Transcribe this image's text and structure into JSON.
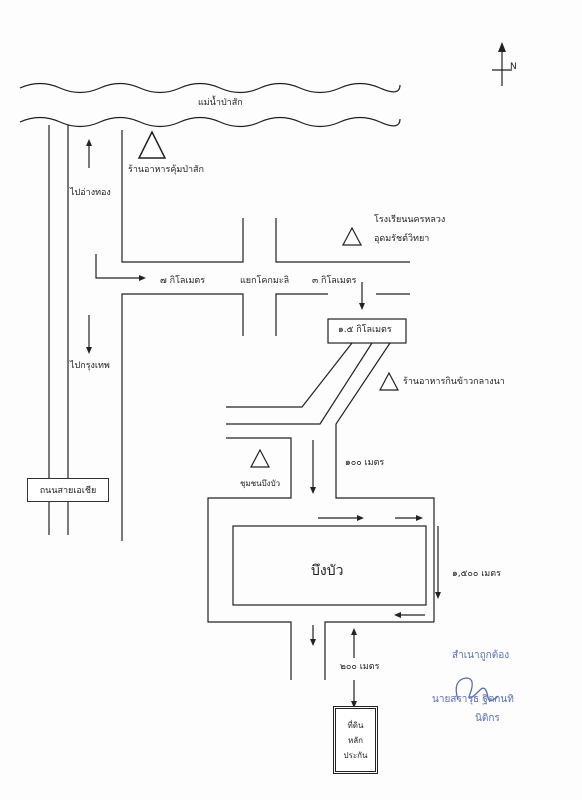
{
  "compass": {
    "north_label": "N"
  },
  "river": {
    "label": "แม่น้ำป่าสัก"
  },
  "landmarks": {
    "restaurant_pasak": "ร้านอาหารคุ้มป่าสัก",
    "school_line1": "โรงเรียนนครหลวง",
    "school_line2": "อุดมรัชต์วิทยา",
    "restaurant_klangna": "ร้านอาหารกินข้าวกลางนา",
    "community": "ชุมชนบึงบัว"
  },
  "directions": {
    "to_angthong": "ไปอ่างทอง",
    "to_bangkok": "ไปกรุงเทพ",
    "highway": "ถนนสายเอเชีย"
  },
  "distances": {
    "km7": "๗ กิโลเมตร",
    "junction": "แยกโคกมะลิ",
    "km3": "๓ กิโลเมตร",
    "km15": "๑.๕ กิโลเมตร",
    "m100": "๑๐๐ เมตร",
    "m1500": "๑,๕๐๐ เมตร",
    "m200": "๒๐๐ เมตร"
  },
  "pond": {
    "label": "บึงบัว"
  },
  "destination": {
    "line1": "ที่ดิน",
    "line2": "หลัก",
    "line3": "ประกัน"
  },
  "certification": {
    "line1": "สำเนาถูกต้อง",
    "line2": "นายสราวุธ ฐิตกนทิ",
    "line3": "นิติกร"
  },
  "colors": {
    "ink": "#222222",
    "stamp": "#5b6fb0"
  }
}
